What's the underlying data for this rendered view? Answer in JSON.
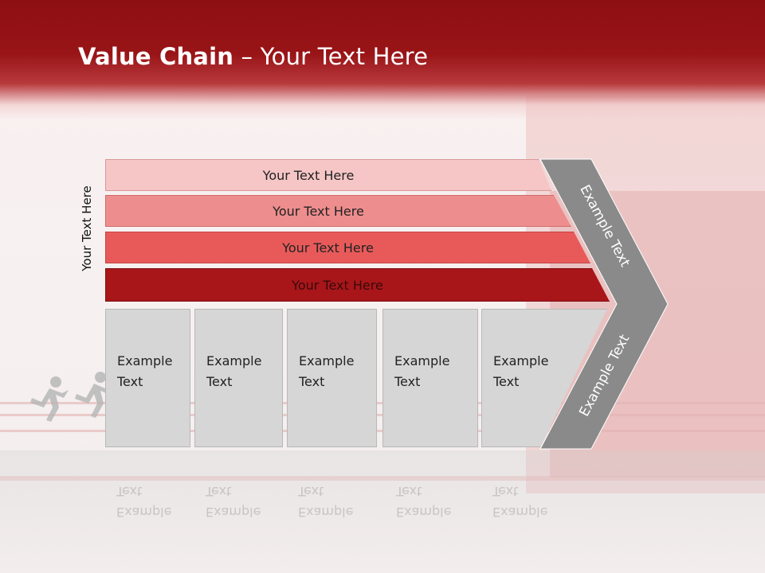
{
  "slide": {
    "title_bold": "Value Chain",
    "title_rest": " – Your Text Here",
    "vertical_label": "Your Text Here"
  },
  "bars": [
    {
      "label": "Your Text Here",
      "color": "#f6c6c6"
    },
    {
      "label": "Your Text Here",
      "color": "#ee8d8d"
    },
    {
      "label": "Your Text Here",
      "color": "#e85a5a"
    },
    {
      "label": "Your Text Here",
      "color": "#a8161a"
    }
  ],
  "boxes": [
    {
      "label": "Example\nText"
    },
    {
      "label": "Example\nText"
    },
    {
      "label": "Example\nText"
    },
    {
      "label": "Example\nText"
    },
    {
      "label": "Example\nText"
    }
  ],
  "arrow": {
    "upper_text": "Example Text",
    "lower_text": "Example Text",
    "color": "#8a8a8a"
  }
}
